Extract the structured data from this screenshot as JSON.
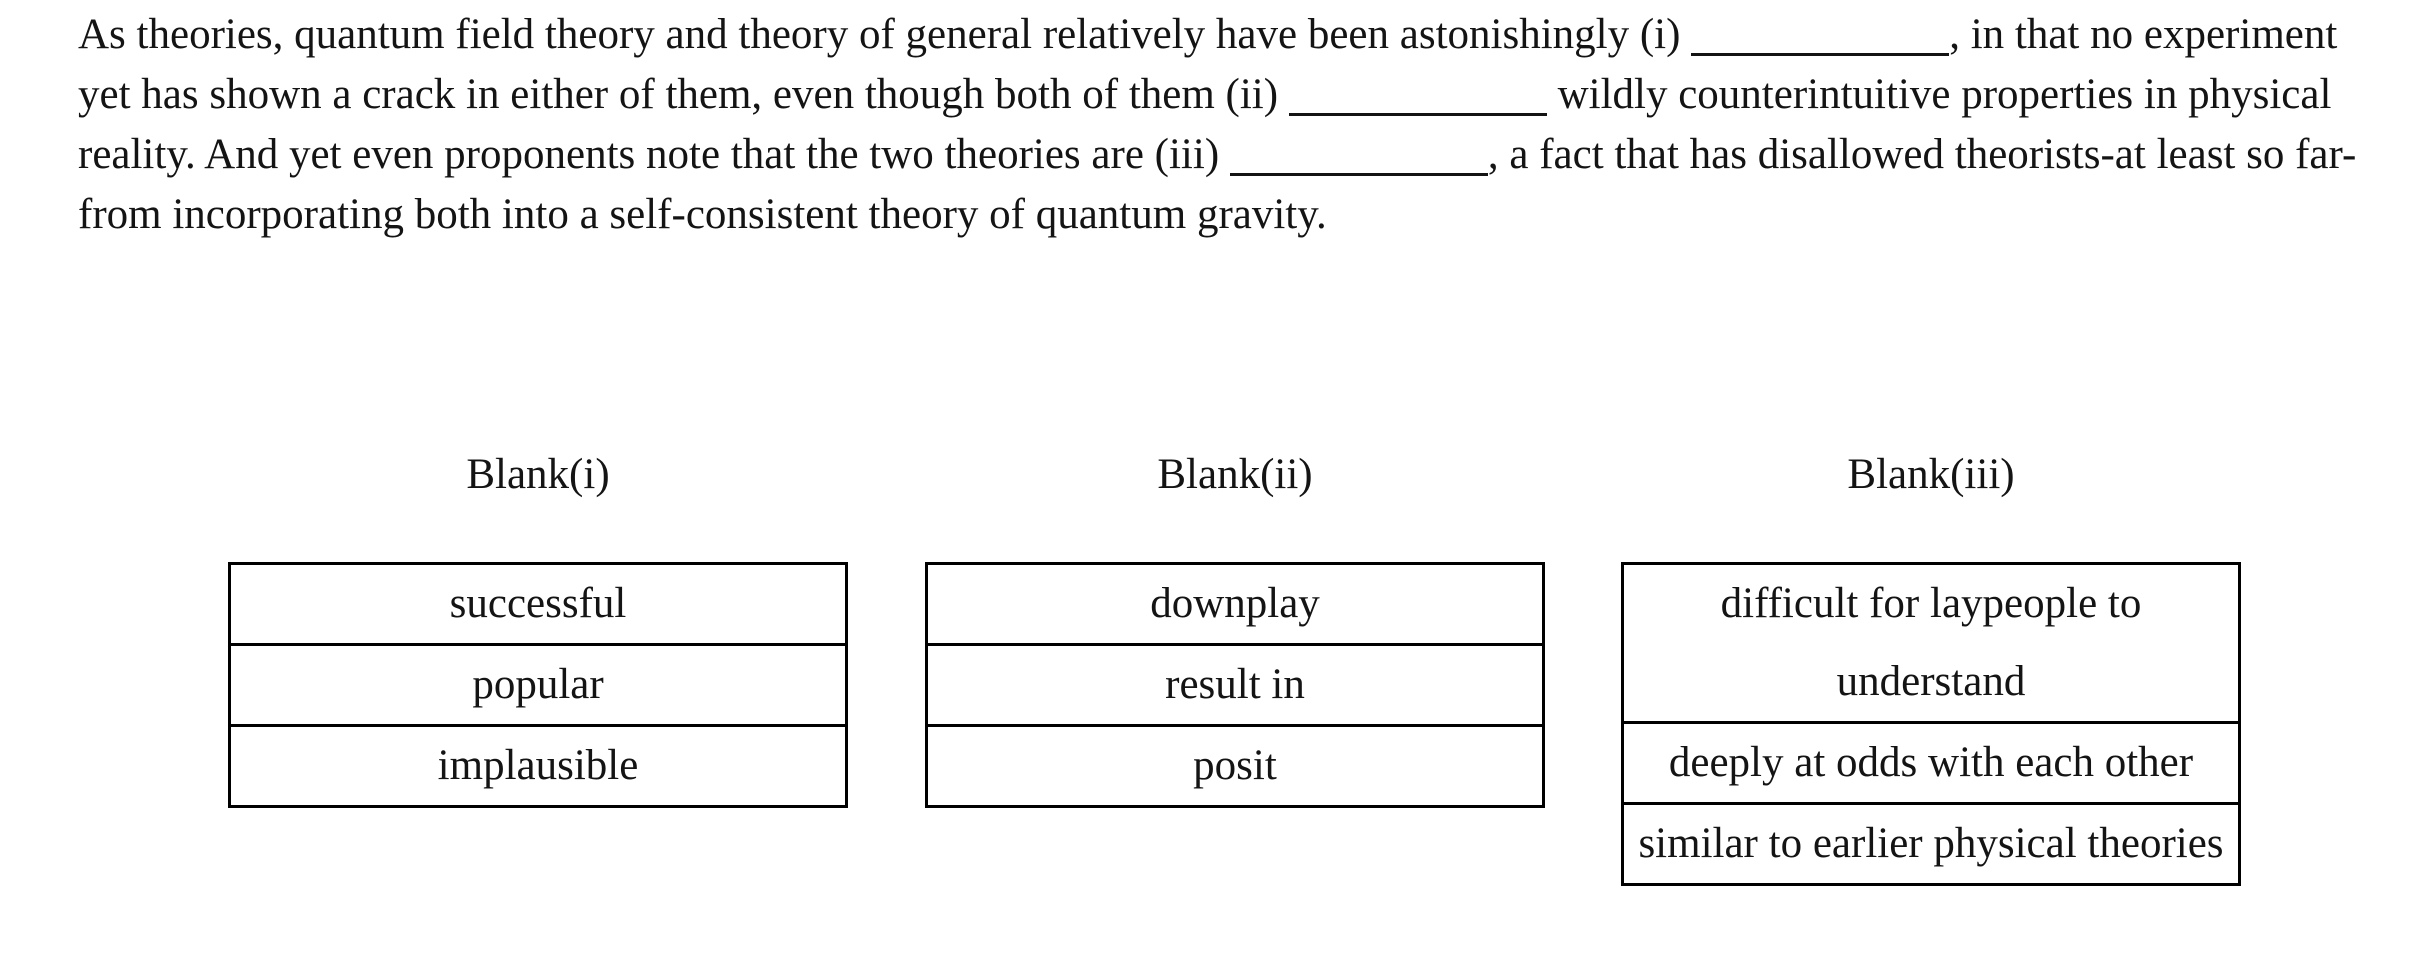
{
  "passage": {
    "lines": [
      {
        "segments": [
          {
            "type": "text",
            "value": "As theories, quantum field theory and theory of general relatively have been astonishingly (i) "
          },
          {
            "type": "blank",
            "id": "i"
          },
          {
            "type": "text",
            "value": ", in that no experiment"
          }
        ]
      },
      {
        "segments": [
          {
            "type": "text",
            "value": "yet has shown a crack in either of them, even though both of them (ii) "
          },
          {
            "type": "blank",
            "id": "ii"
          },
          {
            "type": "text",
            "value": " wildly counterintuitive properties in physical"
          }
        ]
      },
      {
        "segments": [
          {
            "type": "text",
            "value": "reality. And yet even proponents note that the two theories are (iii) "
          },
          {
            "type": "blank",
            "id": "iii"
          },
          {
            "type": "text",
            "value": ", a fact that has disallowed theorists-at least so far-"
          }
        ]
      },
      {
        "segments": [
          {
            "type": "text",
            "value": "from incorporating both into a self-consistent theory of quantum gravity."
          }
        ]
      }
    ]
  },
  "columns": [
    {
      "label": "Blank(i)",
      "options": [
        {
          "lines": [
            "successful"
          ]
        },
        {
          "lines": [
            "popular"
          ]
        },
        {
          "lines": [
            "implausible"
          ]
        }
      ]
    },
    {
      "label": "Blank(ii)",
      "options": [
        {
          "lines": [
            "downplay"
          ]
        },
        {
          "lines": [
            "result in"
          ]
        },
        {
          "lines": [
            "posit"
          ]
        }
      ]
    },
    {
      "label": "Blank(iii)",
      "options": [
        {
          "lines": [
            "difficult for laypeople to",
            "understand"
          ]
        },
        {
          "lines": [
            "deeply at odds with each other"
          ]
        },
        {
          "lines": [
            "similar to earlier physical theories"
          ]
        }
      ]
    }
  ],
  "colors": {
    "text": "#141414",
    "table_border": "#000000",
    "page_background": "#ffffff"
  }
}
